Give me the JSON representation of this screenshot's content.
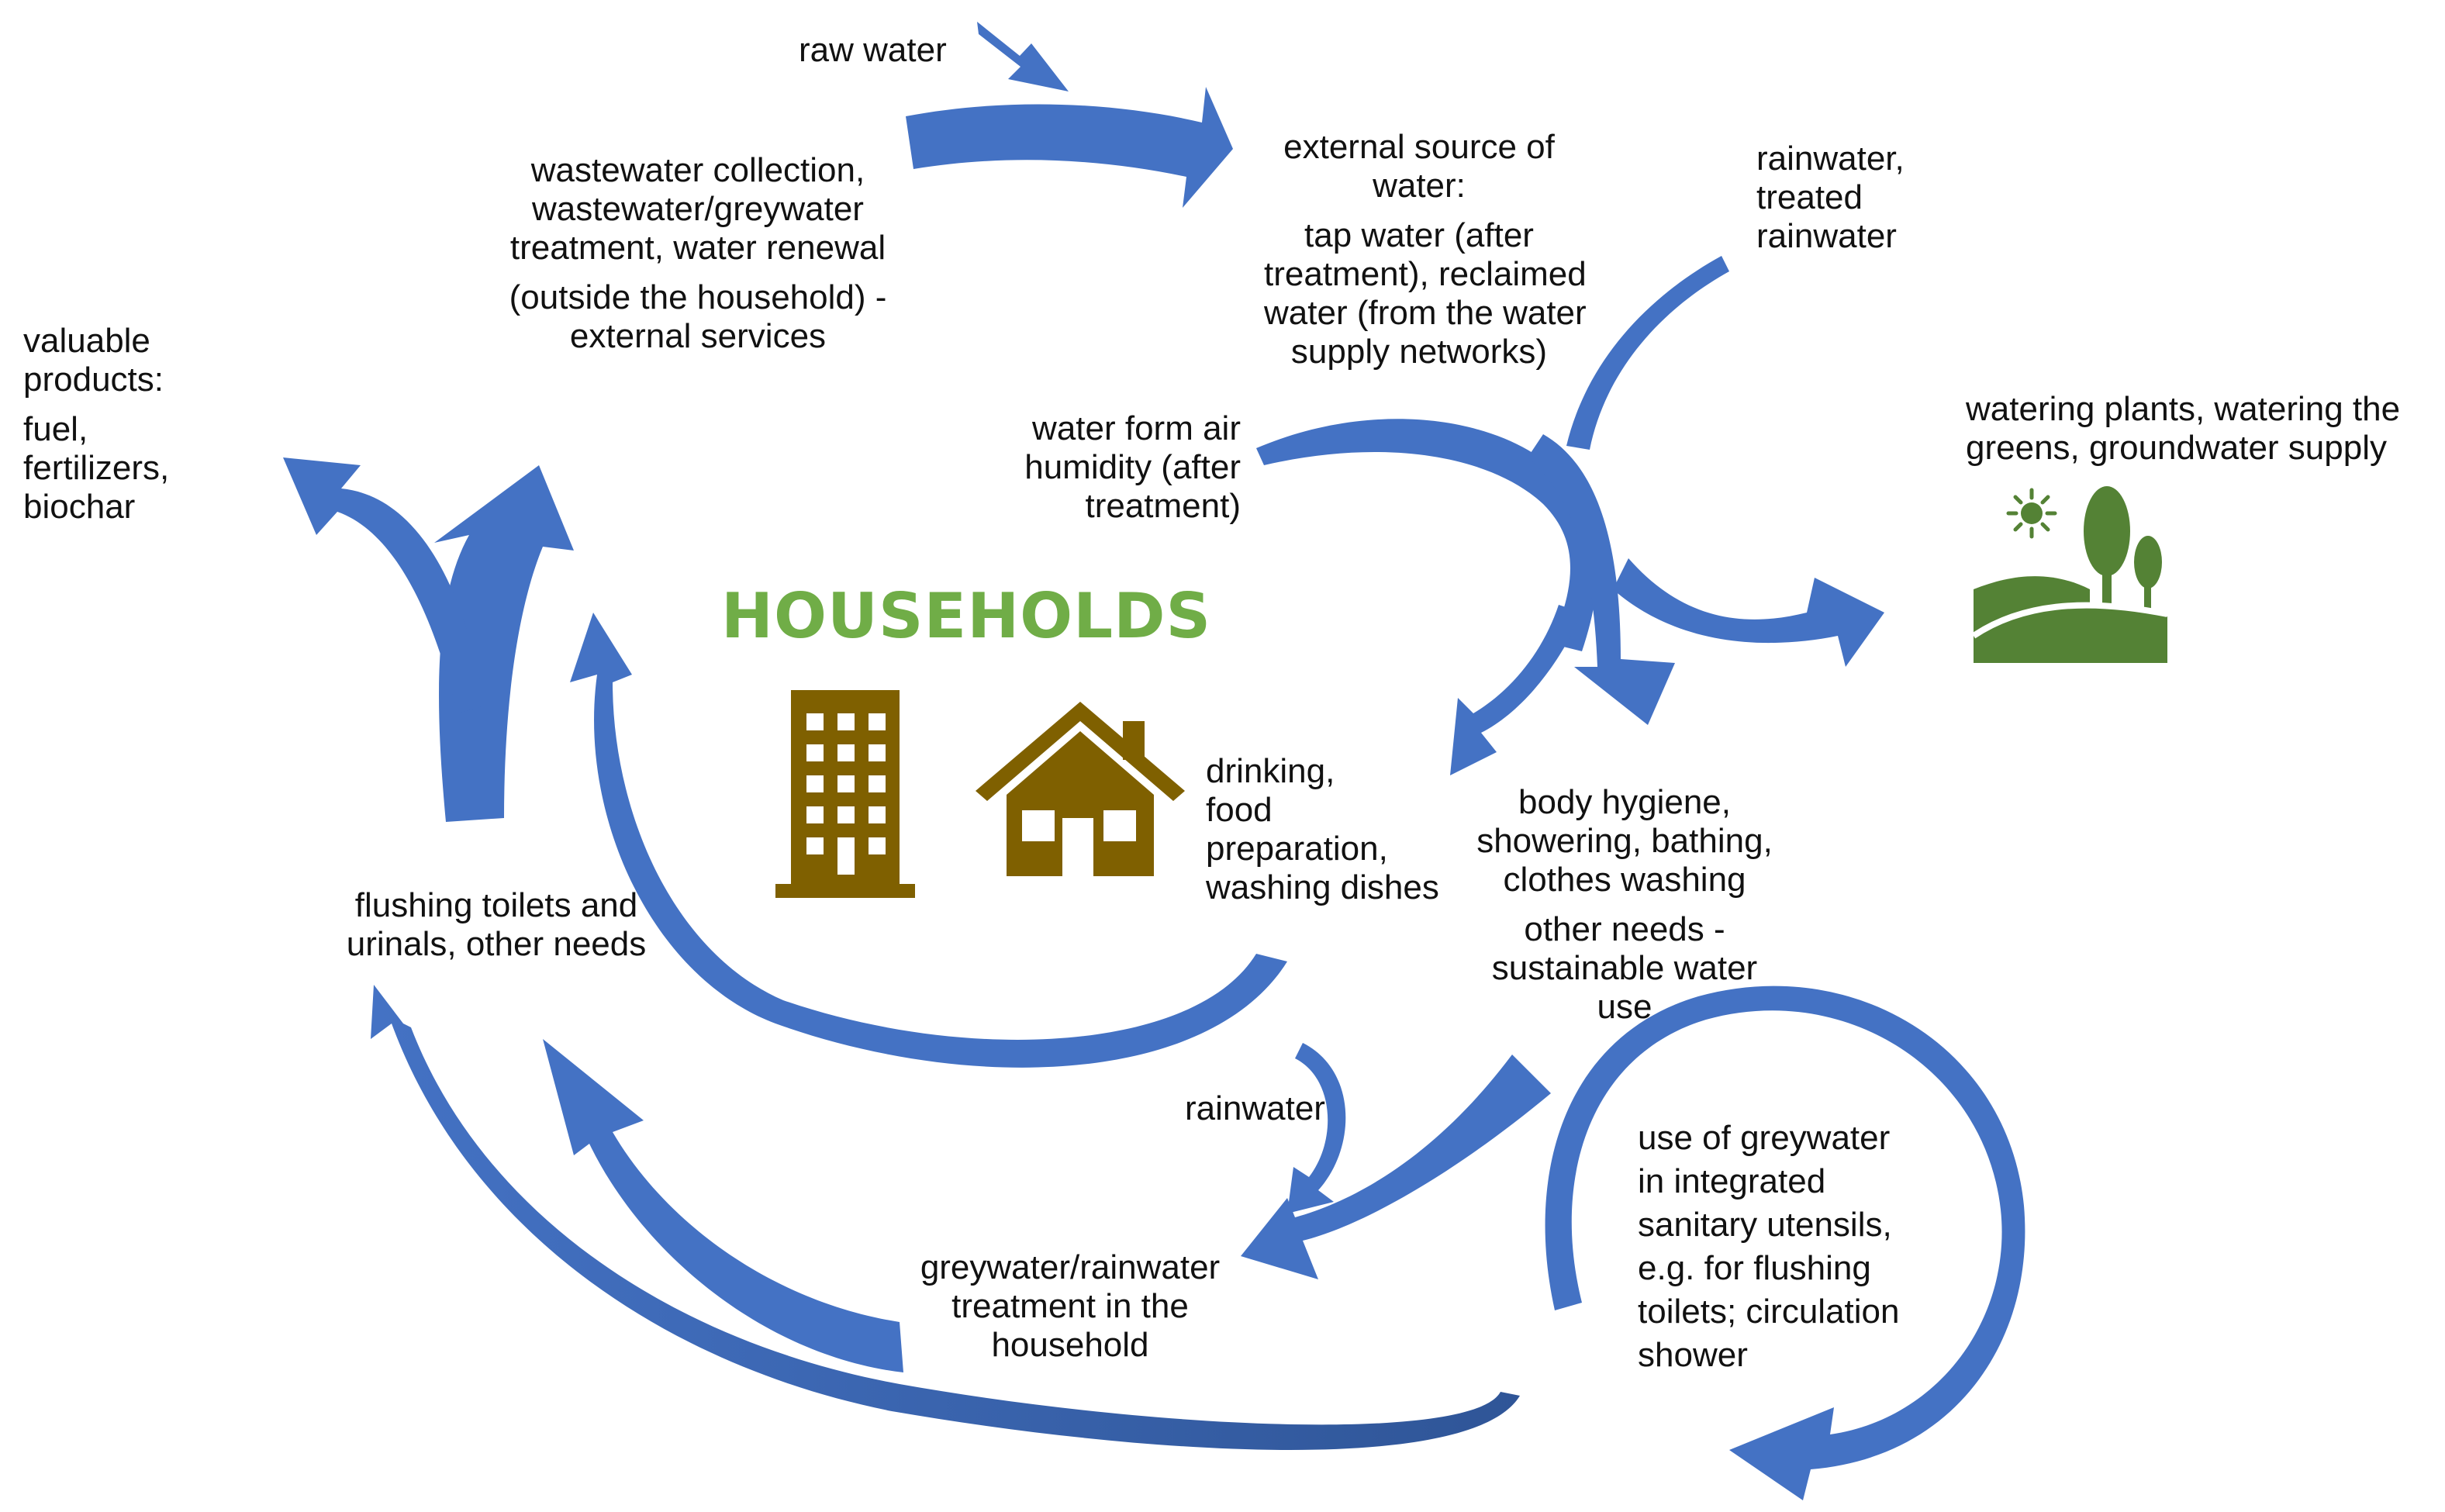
{
  "colors": {
    "arrow": "#4472C4",
    "arrow_dark": "#2F5597",
    "title": "#70AD47",
    "icon_brown": "#7F6000",
    "icon_green": "#548235",
    "text": "#111111"
  },
  "title": "HOUSEHOLDS",
  "labels": {
    "raw_water": "raw water",
    "external_source": [
      "external source of",
      "water:"
    ],
    "tap_water": [
      "tap water (after",
      "treatment), reclaimed",
      "water (from the water",
      "supply networks)"
    ],
    "rainwater_treated": [
      "rainwater,",
      "treated",
      "rainwater"
    ],
    "wastewater": [
      "wastewater collection,",
      "wastewater/greywater",
      "treatment, water renewal"
    ],
    "outside": [
      "(outside the household) -",
      "external services"
    ],
    "valuable": [
      "valuable",
      "products:"
    ],
    "products": [
      "fuel,",
      "fertilizers,",
      "biochar"
    ],
    "air_humidity": [
      "water form air",
      "humidity (after",
      "treatment)"
    ],
    "watering": [
      "watering plants, watering the",
      "greens, groundwater supply"
    ],
    "drinking": [
      "drinking,",
      "food",
      "preparation,",
      "washing dishes"
    ],
    "hygiene": [
      "body hygiene,",
      "showering, bathing,",
      "clothes washing"
    ],
    "other_needs": [
      "other needs -",
      "sustainable water",
      "use"
    ],
    "flushing": [
      "flushing toilets and",
      "urinals, other needs"
    ],
    "rainwater": "rainwater",
    "greywater_treatment": [
      "greywater/rainwater",
      "treatment in the",
      "household"
    ],
    "greywater_use": [
      "use of greywater",
      "in integrated",
      "sanitary utensils,",
      "e.g. for flushing",
      "toilets; circulation",
      "shower"
    ]
  },
  "icons": {
    "apartment": "apartment-building-icon",
    "house": "house-icon",
    "landscape": "landscape-sun-trees-icon"
  }
}
